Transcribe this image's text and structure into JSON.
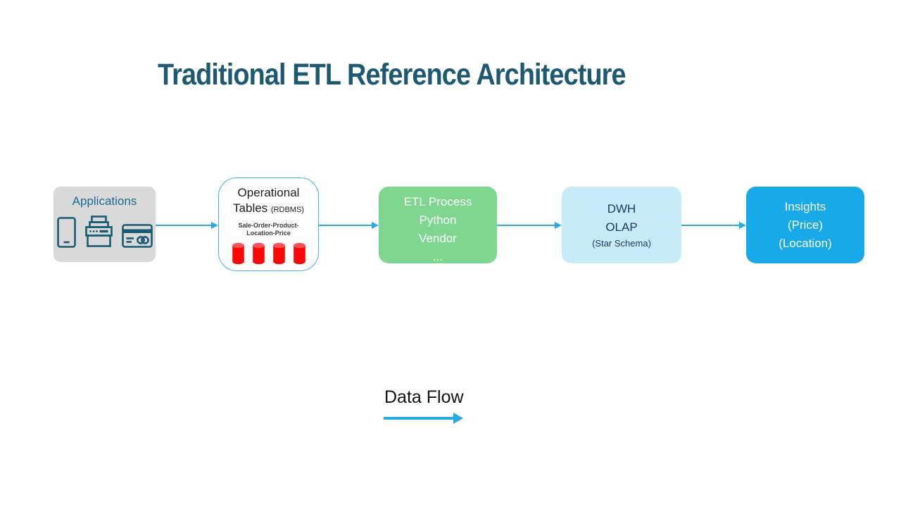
{
  "title": "Traditional ETL Reference Architecture",
  "nodes": {
    "applications": {
      "label": "Applications",
      "icons": [
        "smartphone-icon",
        "cash-register-icon",
        "credit-card-icon"
      ]
    },
    "operational": {
      "title_line1": "Operational",
      "title_line2": "Tables",
      "title_suffix": "(RDBMS)",
      "detail_line1": "Sale-Order-Product-",
      "detail_line2": "Location-Price",
      "database_icon": "red-cylinder-database-icon",
      "database_count": 4
    },
    "etl": {
      "line1": "ETL Process",
      "line2": "Python",
      "line3": "Vendor",
      "line4": "..."
    },
    "dwh": {
      "line1": "DWH",
      "line2": "OLAP",
      "line3": "(Star Schema)"
    },
    "insights": {
      "line1": "Insights",
      "line2": "(Price)",
      "line3": "(Location)"
    }
  },
  "legend": {
    "label": "Data Flow"
  },
  "colors": {
    "title_text": "#1d5972",
    "arrow_blue": "#29abe2",
    "applications_bg": "#d9d9d9",
    "applications_text": "#1b6b90",
    "icon_stroke": "#175a74",
    "operational_border": "#41b4e8",
    "operational_bg": "#fdfdfd",
    "database_red": "#fb0707",
    "etl_bg": "#7ed68f",
    "dwh_bg": "#c9eaf8",
    "dwh_text": "#153f61",
    "insights_bg": "#18a9e8",
    "box_text_white": "#ffffff",
    "legend_text": "#111111"
  }
}
